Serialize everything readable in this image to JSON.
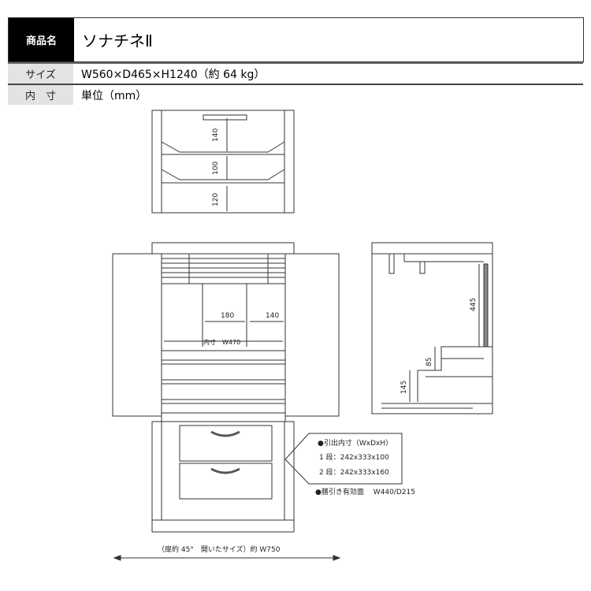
{
  "spec": {
    "name_label": "商品名",
    "name_value": "ソナチネⅡ",
    "size_label": "サイズ",
    "size_value": "W560×D465×H1240（約 64 kg）",
    "inner_label": "内　寸",
    "inner_value": "単位（mm）"
  },
  "top_view": {
    "dims": [
      "140",
      "100",
      "120"
    ]
  },
  "front_view": {
    "dim_a": "180",
    "dim_b": "140",
    "inner_width": "内寸　W470"
  },
  "side_view": {
    "dims": [
      "445",
      "85",
      "145"
    ]
  },
  "drawer_callout": {
    "title": "●引出内寸（WxDxH）",
    "row1": "1 段：242x333x100",
    "row2": "2 段：242x333x160"
  },
  "tray_area": "●膳引き有効面　 W440/D215",
  "open_width": "（扉約 45°　開いたサイズ）約 W750"
}
